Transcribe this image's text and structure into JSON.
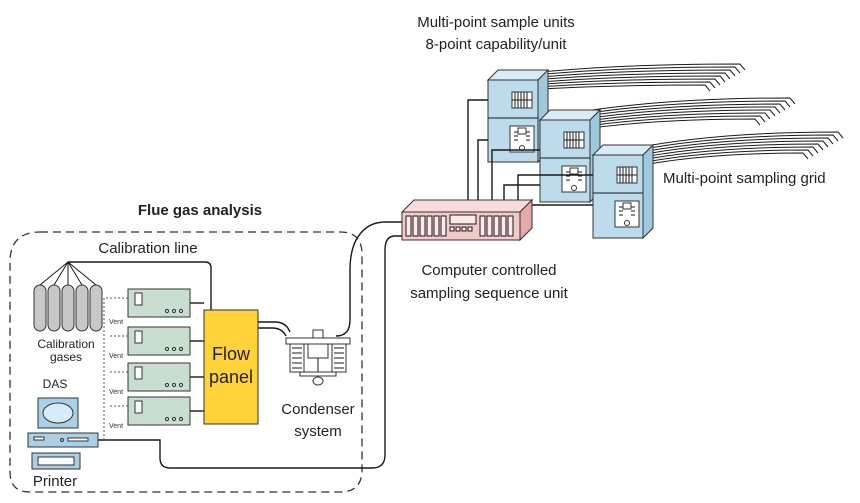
{
  "labels": {
    "sample_units_line1": "Multi-point sample units",
    "sample_units_line2": "8-point capability/unit",
    "sampling_grid": "Multi-point sampling grid",
    "flue_gas_analysis": "Flue gas analysis",
    "calibration_line": "Calibration line",
    "computer_line1": "Computer controlled",
    "computer_line2": "sampling sequence unit",
    "calibration_gases_line1": "Calibration",
    "calibration_gases_line2": "gases",
    "vent": "Vent",
    "flow_panel_line1": "Flow",
    "flow_panel_line2": "panel",
    "condenser_line1": "Condenser",
    "condenser_line2": "system",
    "das": "DAS",
    "printer": "Printer"
  },
  "colors": {
    "unit_fill": "#bcdcec",
    "analyzer_fill": "#c8dfcf",
    "flow_panel_fill": "#ffd23a",
    "sequencer_fill": "#f3c9c9",
    "das_fill": "#a9d0e8",
    "cylinder_fill": "#c8c8c8"
  }
}
